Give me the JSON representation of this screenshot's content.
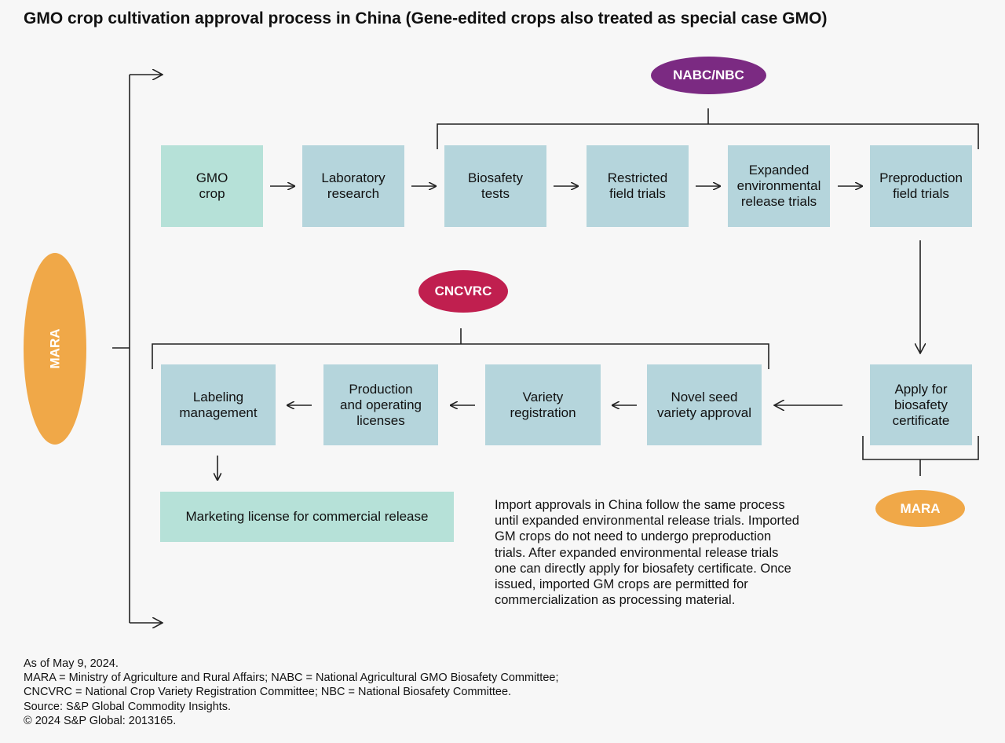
{
  "title": "GMO crop cultivation approval process in China (Gene-edited crops also treated as special case GMO)",
  "colors": {
    "box": "#b5d5dc",
    "box_mint": "#b6e1d8",
    "mara": "#f0a848",
    "nabc": "#7b2a82",
    "cncvrc": "#c01f4f",
    "line": "#222222"
  },
  "authorities": {
    "mara_side": "MARA",
    "nabc_nbc": "NABC/NBC",
    "cncvrc": "CNCVRC",
    "mara_cert": "MARA"
  },
  "steps": {
    "gmo_crop": "GMO\ncrop",
    "lab_research": "Laboratory\nresearch",
    "biosafety_tests": "Biosafety\ntests",
    "restricted_field": "Restricted\nfield trials",
    "expanded_env": "Expanded\nenvironmental\nrelease trials",
    "preproduction": "Preproduction\nfield trials",
    "apply_cert": "Apply for\nbiosafety\ncertificate",
    "novel_seed": "Novel seed\nvariety approval",
    "variety_reg": "Variety\nregistration",
    "production_licenses": "Production\nand operating\nlicenses",
    "labeling": "Labeling\nmanagement",
    "marketing": "Marketing license for commercial release"
  },
  "note": "Import approvals in China follow the same process\nuntil expanded environmental release trials. Imported\nGM crops do not need to undergo preproduction\ntrials. After expanded environmental release trials\none can directly apply for biosafety certificate. Once\nissued, imported GM crops are permitted for\ncommercialization as processing material.",
  "footer": "As of May 9, 2024.\nMARA = Ministry of Agriculture and Rural Affairs; NABC = National Agricultural GMO Biosafety Committee;\nCNCVRC = National Crop Variety Registration Committee; NBC = National Biosafety Committee.\nSource: S&P Global Commodity Insights.\n© 2024 S&P Global: 2013165."
}
